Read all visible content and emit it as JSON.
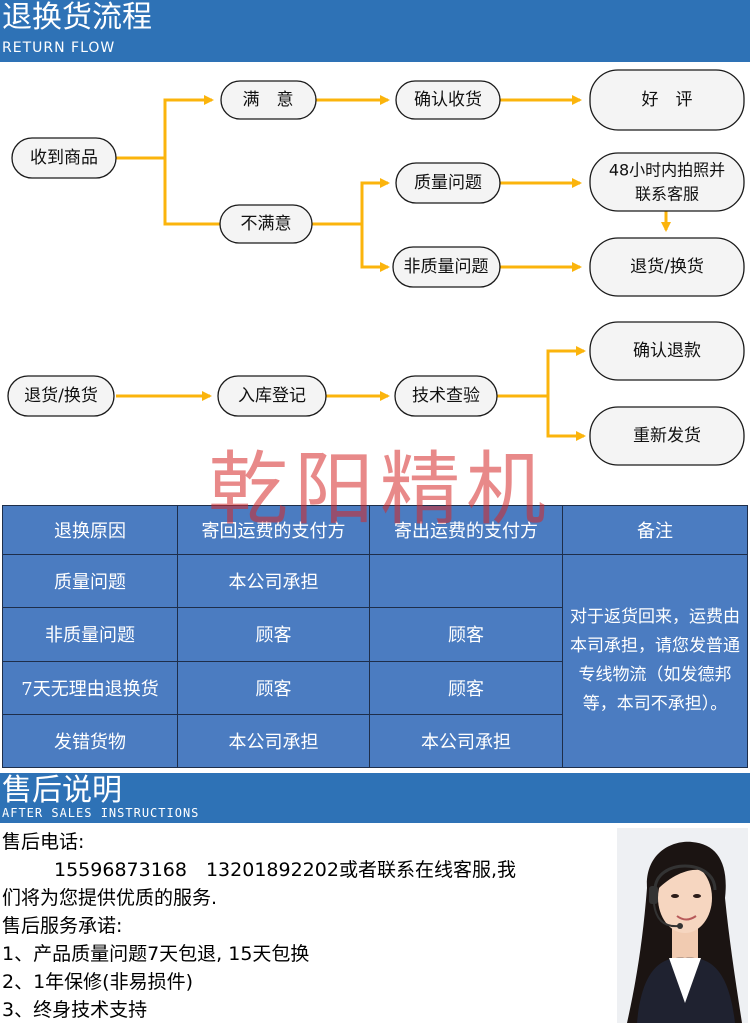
{
  "header": {
    "title": "退换货流程",
    "subtitle": "RETURN FLOW"
  },
  "flow": {
    "receive": "收到商品",
    "satisfied": "满　意",
    "confirm_receipt": "确认收货",
    "good_review": "好　评",
    "unsatisfied": "不满意",
    "quality_issue": "质量问题",
    "photo_line1": "48小时内拍照并",
    "photo_line2": "联系客服",
    "non_quality_issue": "非质量问题",
    "return_exchange_a": "退货/换货",
    "return_exchange_b": "退货/换货",
    "warehouse": "入库登记",
    "inspection": "技术查验",
    "refund": "确认退款",
    "reship": "重新发货"
  },
  "watermark": "乾阳精机",
  "table": {
    "headers": [
      "退换原因",
      "寄回运费的支付方",
      "寄出运费的支付方",
      "备注"
    ],
    "rows": [
      [
        "质量问题",
        "本公司承担",
        ""
      ],
      [
        "非质量问题",
        "顾客",
        "顾客"
      ],
      [
        "7天无理由退换货",
        "顾客",
        "顾客"
      ],
      [
        "发错货物",
        "本公司承担",
        "本公司承担"
      ]
    ],
    "note": "对于返货回来，运费由本司承担，请您发普通专线物流（如发德邦等，本司不承担）。"
  },
  "after_sales": {
    "title": "售后说明",
    "subtitle": "AFTER SALES INSTRUCTIONS",
    "phone_label": "售后电话:",
    "phone_line": "15596873168　13201892202或者联系在线客服,我",
    "phone_line2": "们将为您提供优质的服务.",
    "promise_label": "售后服务承诺:",
    "promises": [
      "1、产品质量问题7天包退, 15天包换",
      "2、1年保修(非易损件)",
      "3、终身技术支持"
    ]
  },
  "colors": {
    "banner": "#2e72b6",
    "table": "#4b7cc1",
    "arrow": "#fbb40c",
    "watermark": "#d62828"
  },
  "icons": {
    "avatar": "customer-service-agent-headset"
  }
}
